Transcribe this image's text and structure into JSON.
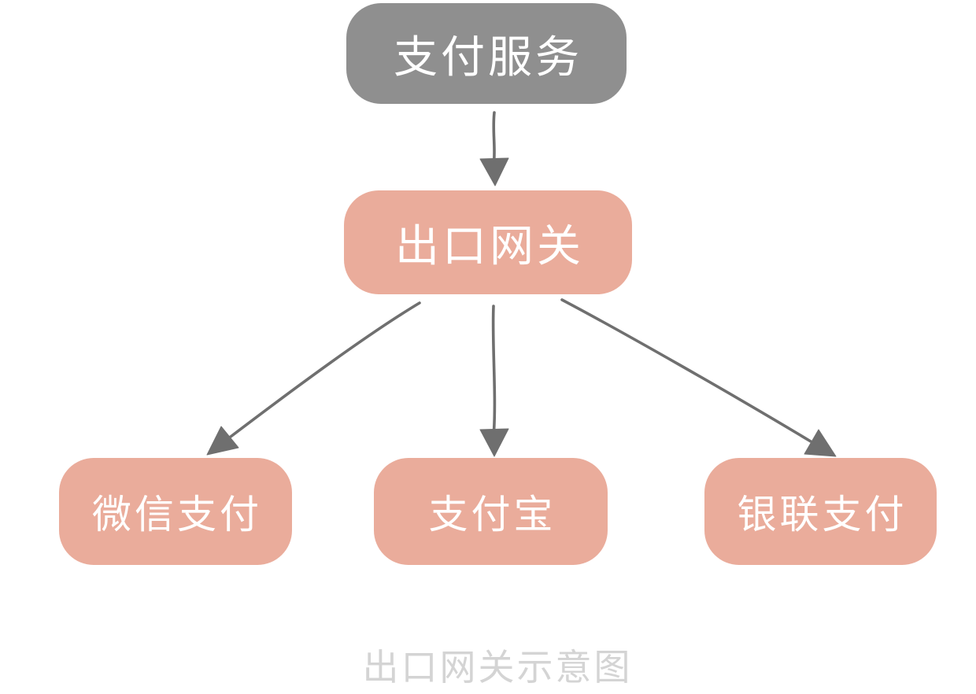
{
  "diagram": {
    "caption": "出口网关示意图",
    "nodes": [
      {
        "id": "payment-service",
        "label": "支付服务",
        "role": "service"
      },
      {
        "id": "exit-gateway",
        "label": "出口网关",
        "role": "gateway"
      },
      {
        "id": "wechat-pay",
        "label": "微信支付",
        "role": "provider"
      },
      {
        "id": "alipay",
        "label": "支付宝",
        "role": "provider"
      },
      {
        "id": "unionpay",
        "label": "银联支付",
        "role": "provider"
      }
    ],
    "edges": [
      {
        "from": "payment-service",
        "to": "exit-gateway"
      },
      {
        "from": "exit-gateway",
        "to": "wechat-pay"
      },
      {
        "from": "exit-gateway",
        "to": "alipay"
      },
      {
        "from": "exit-gateway",
        "to": "unionpay"
      }
    ]
  },
  "colors": {
    "node-gray": "#8f8f8f",
    "node-salmon": "#eaac9b",
    "node-text": "#ffffff",
    "arrow": "#6f6f6f",
    "caption": "#d4d4d4",
    "background": "#ffffff"
  }
}
